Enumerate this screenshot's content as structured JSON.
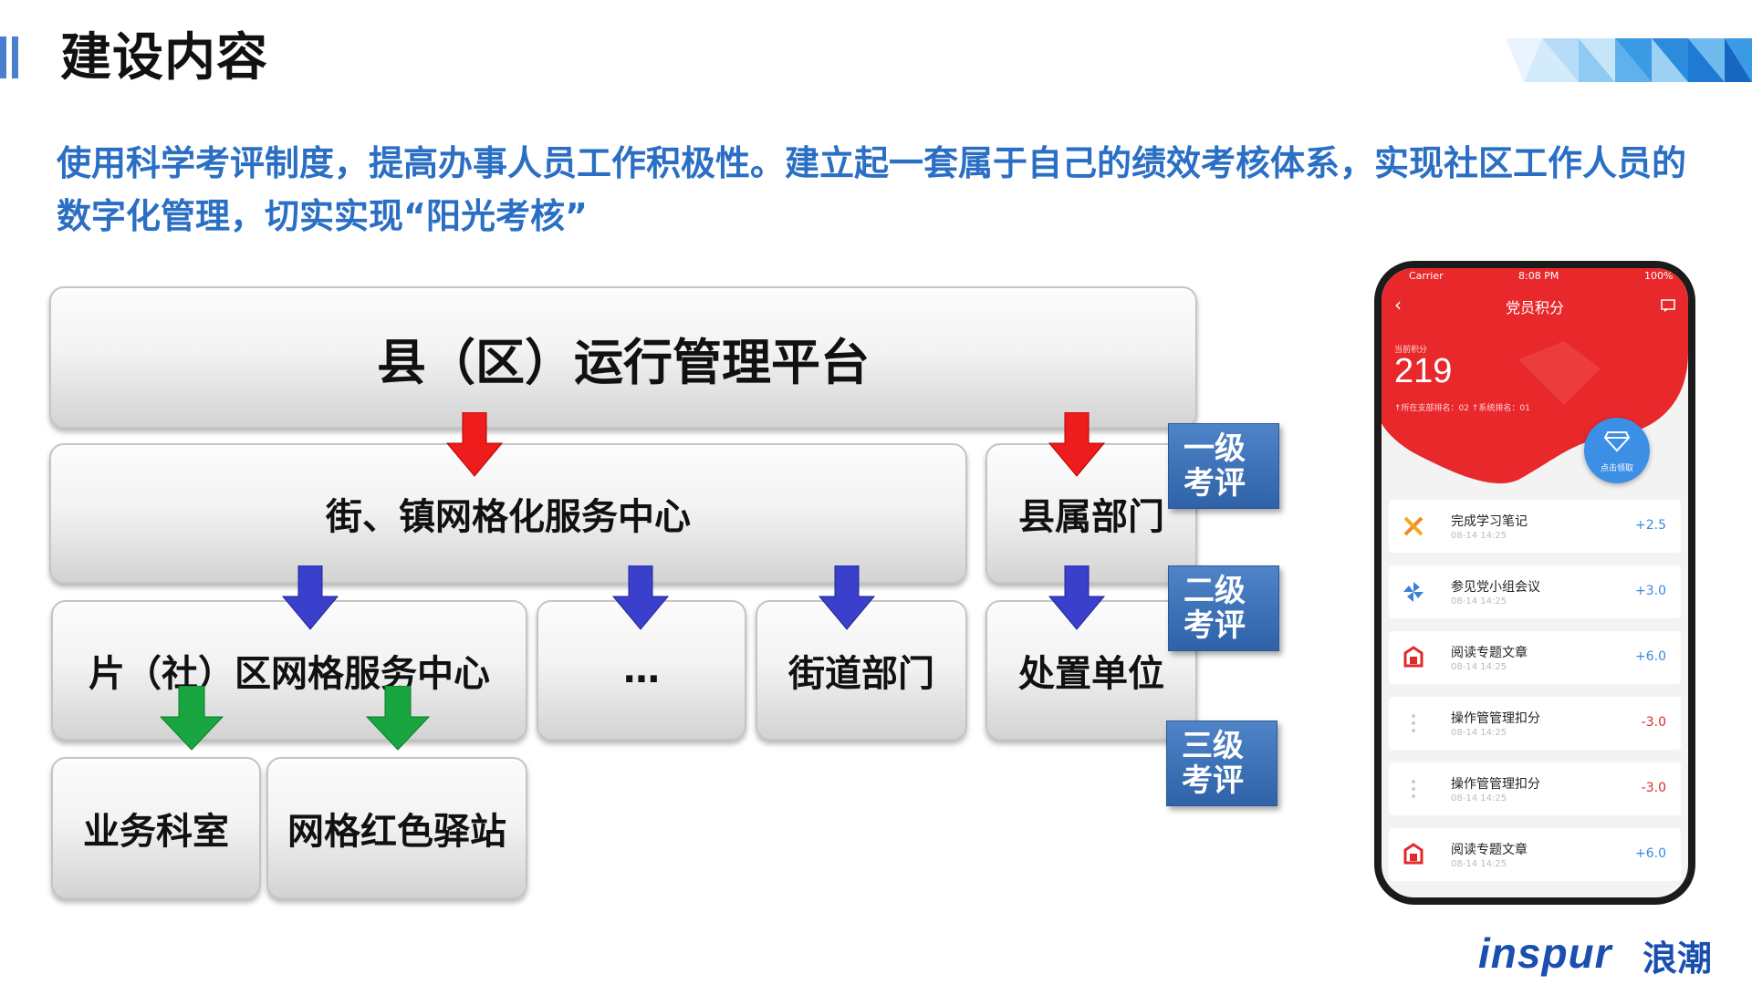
{
  "header": {
    "title": "建设内容",
    "subtitle": "使用科学考评制度，提高办事人员工作积极性。建立起一套属于自己的绩效考核体系，实现社区工作人员的数字化管理，切实实现“阳光考核”"
  },
  "diagram": {
    "top": "县（区）运行管理平台",
    "street_center": "街、镇网格化服务中心",
    "county_dept": "县属部门",
    "area_center": "片（社）区网格服务中心",
    "ellipsis": "…",
    "street_dept": "街道部门",
    "disposal_unit": "处置单位",
    "business_office": "业务科室",
    "red_station": "网格红色驿站",
    "levels": [
      {
        "line1": "一级",
        "line2": "考评"
      },
      {
        "line1": "二级",
        "line2": "考评"
      },
      {
        "line1": "三级",
        "line2": "考评"
      }
    ],
    "colors": {
      "red": "#ee1c1c",
      "blue": "#3a3fcc",
      "green": "#19a640",
      "level": "#3d6fb8"
    }
  },
  "phone": {
    "carrier": "Carrier",
    "time": "8:08 PM",
    "battery": "100%",
    "title": "党员积分",
    "score_label": "当前积分",
    "score": "219",
    "rank_text": "↑所在支部排名：02  ↑系统排名：01",
    "badge_text": "点击领取",
    "items": [
      {
        "name": "完成学习笔记",
        "time": "08-14 14:25",
        "points": "+2.5",
        "icon": "pencil-ruler-icon"
      },
      {
        "name": "参见党小组会议",
        "time": "08-14 14:25",
        "points": "+3.0",
        "icon": "pinwheel-icon"
      },
      {
        "name": "阅读专题文章",
        "time": "08-14 14:25",
        "points": "+6.0",
        "icon": "book-icon"
      },
      {
        "name": "操作管管理扣分",
        "time": "08-14 14:25",
        "points": "-3.0",
        "icon": "dots-icon"
      },
      {
        "name": "操作管管理扣分",
        "time": "08-14 14:25",
        "points": "-3.0",
        "icon": "dots-icon"
      },
      {
        "name": "阅读专题文章",
        "time": "08-14 14:25",
        "points": "+6.0",
        "icon": "book-icon"
      }
    ]
  },
  "footer": {
    "logo_en": "inspur",
    "logo_cn": "浪潮"
  }
}
